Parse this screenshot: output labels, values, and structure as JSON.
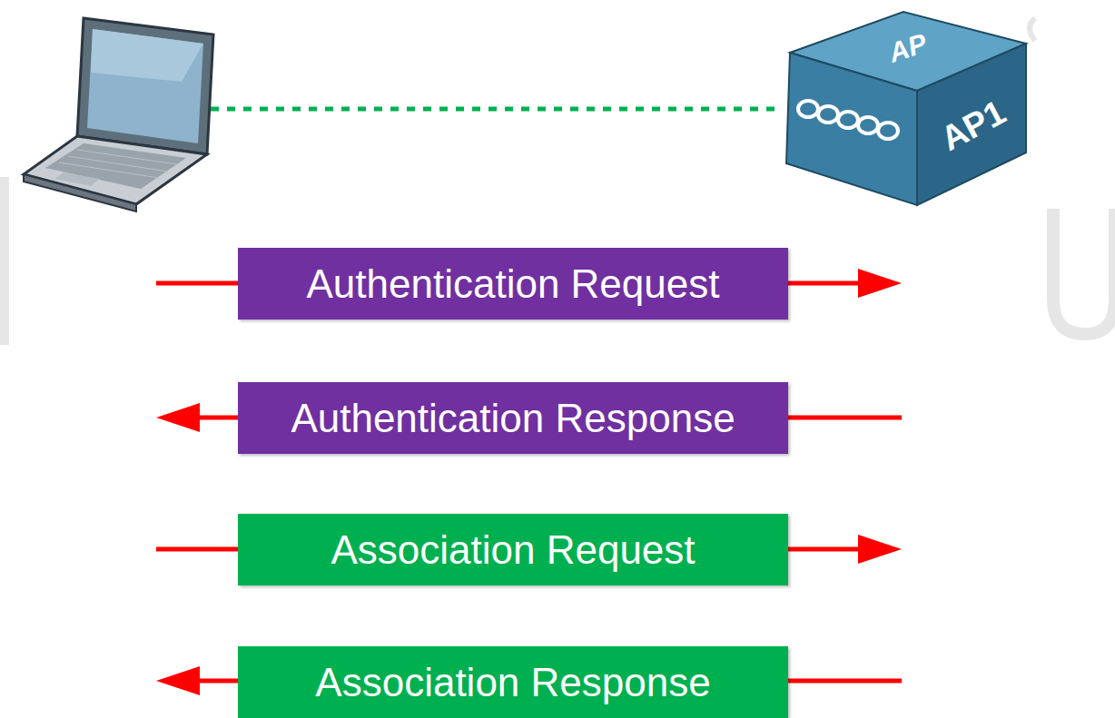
{
  "diagram": {
    "nodes": [
      {
        "text": [
          "AP",
          "AP1"
        ]
      },
      {
        "text": [
          "Authentication Request"
        ]
      },
      {
        "text": [
          "Authentication Response"
        ]
      },
      {
        "text": [
          "Association Request"
        ]
      },
      {
        "text": [
          "Association Response"
        ]
      }
    ]
  }
}
